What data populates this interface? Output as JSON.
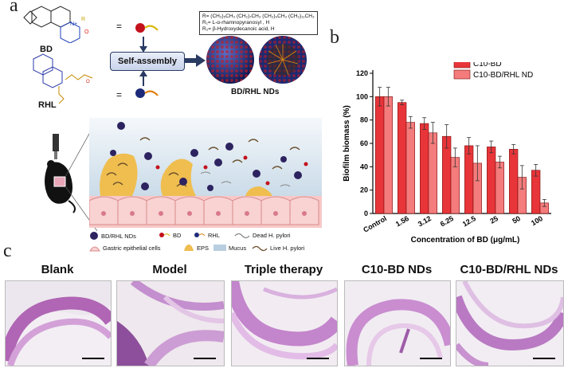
{
  "panel_a": {
    "letter": "a",
    "bd_label": "BD",
    "rhl_label": "RHL",
    "equals": "=",
    "r_line1": "R= (CH₂)₅CH₃ (CH₂)₇CH₃ (CH₂)₉CH₃ (CH₂)₁₁CH₃",
    "r_line2": "R₁= L-α-rhamnopyranosyl , H",
    "r_line3": "R₂= β-Hydroxydecanoic acid, H",
    "self_assembly": "Self-assembly",
    "nd_label": "BD/RHL NDs",
    "legend": {
      "nds": "BD/RHL NDs",
      "bd": "BD",
      "rhl": "RHL",
      "dead": "Dead H. pylori",
      "gastric": "Gastric epithelial cells",
      "eps": "EPS",
      "mucus": "Mucus",
      "live": "Live H. pylori"
    }
  },
  "panel_b": {
    "letter": "b"
  },
  "chart_data": {
    "type": "bar",
    "title": "",
    "xlabel": "Concentration of BD (μg/mL)",
    "ylabel": "Biofilm biomass (%)",
    "ylim": [
      0,
      120
    ],
    "yticks": [
      0,
      20,
      40,
      60,
      80,
      100,
      120
    ],
    "categories": [
      "Control",
      "1.56",
      "3.12",
      "6.25",
      "12.5",
      "25",
      "50",
      "100"
    ],
    "series": [
      {
        "name": "C10-BD",
        "values": [
          100,
          95,
          77,
          66,
          58,
          57,
          55,
          37
        ],
        "errors": [
          8,
          2,
          5,
          10,
          7,
          5,
          4,
          5
        ],
        "color": "#e8353a"
      },
      {
        "name": "C10-BD/RHL ND",
        "values": [
          100,
          78,
          69,
          48,
          43,
          44,
          31,
          9
        ],
        "errors": [
          8,
          5,
          9,
          8,
          15,
          5,
          10,
          3
        ],
        "color": "#f47c7c"
      }
    ],
    "legend_position": "top-right",
    "grid": false
  },
  "panel_c": {
    "letter": "c",
    "titles": [
      "Blank",
      "Model",
      "Triple therapy",
      "C10-BD NDs",
      "C10-BD/RHL NDs"
    ]
  }
}
